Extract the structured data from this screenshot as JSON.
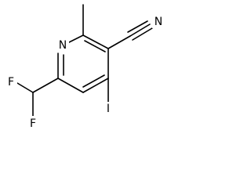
{
  "molecule": {
    "atoms": {
      "n_ring": "N",
      "n_nitrile": "N",
      "f_upper": "F",
      "f_lower": "F",
      "iodine": "I"
    }
  },
  "colors": {
    "bond": "#000000",
    "label": "#000000",
    "background": "#ffffff"
  }
}
